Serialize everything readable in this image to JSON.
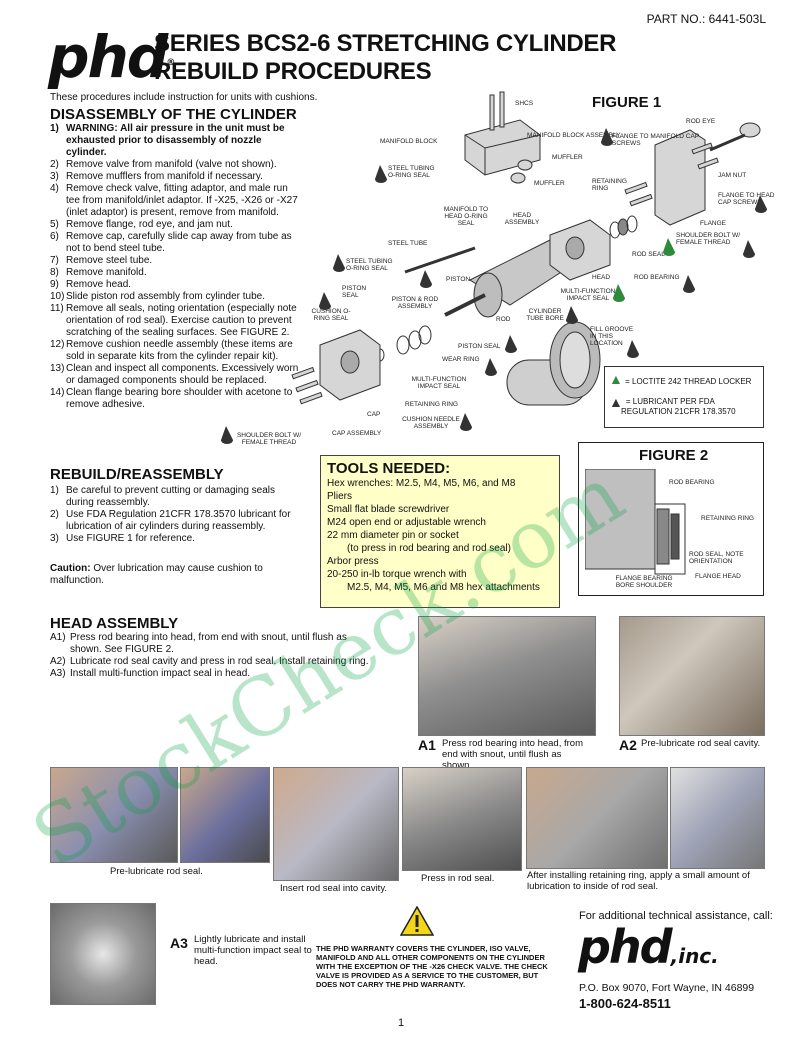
{
  "header": {
    "part_no": "PART NO.: 6441-503L",
    "logo_text": "phd",
    "logo_reg": "®",
    "title_line1": "SERIES BCS2-6 STRETCHING CYLINDER",
    "title_line2": "REBUILD PROCEDURES"
  },
  "intro": "These procedures include instruction for units with cushions.",
  "disassembly": {
    "heading": "DISASSEMBLY OF THE CYLINDER",
    "steps": [
      {
        "n": "1)",
        "text": "WARNING: All air pressure in the unit must be exhausted prior to disassembly of nozzle cylinder.",
        "bold": true
      },
      {
        "n": "2)",
        "text": "Remove valve from manifold (valve not shown)."
      },
      {
        "n": "3)",
        "text": "Remove mufflers from manifold if necessary."
      },
      {
        "n": "4)",
        "text": "Remove check valve, fitting adaptor, and male run tee from manifold/inlet adaptor. If -X25, -X26 or -X27 (inlet adaptor) is present, remove from manifold."
      },
      {
        "n": "5)",
        "text": "Remove flange, rod eye, and jam nut."
      },
      {
        "n": "6)",
        "text": "Remove cap, carefully slide cap away from tube as not to bend steel tube."
      },
      {
        "n": "7)",
        "text": "Remove steel tube."
      },
      {
        "n": "8)",
        "text": "Remove manifold."
      },
      {
        "n": "9)",
        "text": "Remove head."
      },
      {
        "n": "10)",
        "text": "Slide piston rod assembly from cylinder tube."
      },
      {
        "n": "11)",
        "text": "Remove all seals, noting orientation (especially note orientation of rod seal). Exercise caution to prevent scratching of the sealing surfaces. See FIGURE 2."
      },
      {
        "n": "12)",
        "text": "Remove cushion needle assembly (these items are sold in separate kits from the cylinder repair kit)."
      },
      {
        "n": "13)",
        "text": "Clean and inspect all components. Excessively worn or damaged components should be replaced."
      },
      {
        "n": "14)",
        "text": "Clean flange bearing bore shoulder with acetone to remove adhesive."
      }
    ]
  },
  "figure1": {
    "title": "FIGURE 1",
    "labels": {
      "shcs": "SHCS",
      "manifold_block": "MANIFOLD BLOCK",
      "manifold_block_assembly": "MANIFOLD BLOCK ASSEMBLY",
      "muffler1": "MUFFLER",
      "muffler2": "MUFFLER",
      "steel_tubing_oring_seal1": "STEEL TUBING O-RING SEAL",
      "manifold_to_head_oring": "MANIFOLD TO HEAD O-RING SEAL",
      "head_assembly": "HEAD ASSEMBLY",
      "retaining_ring": "RETAINING RING",
      "flange_to_manifold": "FLANGE TO MANIFOLD CAP SCREWS",
      "rod_eye": "ROD EYE",
      "jam_nut": "JAM NUT",
      "flange_to_head": "FLANGE TO HEAD CAP SCREWS",
      "flange": "FLANGE",
      "shoulder_bolt_female1": "SHOULDER BOLT W/ FEMALE THREAD",
      "rod_seal": "ROD SEAL",
      "rod_bearing": "ROD BEARING",
      "head": "HEAD",
      "steel_tube": "STEEL TUBE",
      "steel_tubing_oring_seal2": "STEEL TUBING O-RING SEAL",
      "piston": "PISTON",
      "piston_seal_top": "PISTON SEAL",
      "piston_rod_assembly": "PISTON & ROD ASSEMBLY",
      "rod": "ROD",
      "cylinder_tube_bore": "CYLINDER TUBE BORE",
      "multi_function_impact_seal_top": "MULTI-FUNCTION IMPACT SEAL",
      "fill_groove": "FILL GROOVE IN THIS LOCATION",
      "cushion_oring_seal": "CUSHION O-RING SEAL",
      "piston_seal": "PISTON SEAL",
      "wear_ring": "WEAR RING",
      "multi_function_impact_seal": "MULTI-FUNCTION IMPACT SEAL",
      "retaining_ring2": "RETAINING RING",
      "cushion_needle_assembly": "CUSHION NEEDLE ASSEMBLY",
      "cap": "CAP",
      "cap_assembly": "CAP ASSEMBLY",
      "shoulder_bolt_female2": "SHOULDER BOLT W/ FEMALE THREAD"
    },
    "legend": {
      "loctite": "= LOCTITE 242 THREAD LOCKER",
      "lubricant_line1": "= LUBRICANT PER FDA",
      "lubricant_line2": "REGULATION 21CFR 178.3570"
    }
  },
  "figure2": {
    "title": "FIGURE 2",
    "labels": {
      "rod_bearing": "ROD BEARING",
      "retaining_ring": "RETAINING RING",
      "rod_seal": "ROD SEAL, NOTE ORIENTATION",
      "flange_head": "FLANGE HEAD",
      "flange_bearing": "FLANGE BEARING BORE SHOULDER"
    }
  },
  "rebuild": {
    "heading": "REBUILD/REASSEMBLY",
    "steps": [
      {
        "n": "1)",
        "text": "Be careful to prevent cutting or damaging seals during reassembly."
      },
      {
        "n": "2)",
        "text": "Use FDA Regulation 21CFR 178.3570 lubricant for lubrication of air cylinders during reassembly."
      },
      {
        "n": "3)",
        "text": "Use FIGURE 1 for reference."
      }
    ],
    "caution_label": "Caution:",
    "caution_text": " Over lubrication may cause cushion to malfunction."
  },
  "tools": {
    "heading": "TOOLS NEEDED:",
    "lines": [
      "Hex wrenches: M2.5, M4, M5, M6, and M8",
      "Pliers",
      "Small flat blade screwdriver",
      "M24 open end or adjustable wrench",
      "22 mm diameter pin or socket",
      "      (to press in rod bearing and rod seal)",
      "Arbor press",
      "20-250 in-lb torque wrench with",
      "      M2.5, M4, M5, M6 and M8 hex attachments"
    ]
  },
  "head_assembly": {
    "heading": "HEAD ASSEMBLY",
    "steps": [
      {
        "n": "A1)",
        "text": "Press rod bearing into head, from end with snout, until flush as shown. See FIGURE 2."
      },
      {
        "n": "A2)",
        "text": "Lubricate rod seal cavity and press in rod seal. Install retaining ring."
      },
      {
        "n": "A3)",
        "text": "Install multi-function impact seal in head."
      }
    ]
  },
  "photos": {
    "a1_tag": "A1",
    "a1_caption": "Press rod bearing into head, from end with snout, until flush as shown.",
    "a2_tag": "A2",
    "a2_caption": "Pre-lubricate rod seal cavity.",
    "prelube_caption": "Pre-lubricate rod seal.",
    "insert_caption": "Insert rod seal into cavity.",
    "press_caption": "Press in rod seal.",
    "after_caption": "After installing retaining ring, apply a small amount of lubrication to inside of rod seal.",
    "a3_tag": "A3",
    "a3_caption": "Lightly lubricate and install multi-function impact seal to head."
  },
  "warranty": "THE PHD WARRANTY COVERS THE CYLINDER, ISO VALVE, MANIFOLD AND ALL OTHER COMPONENTS ON THE CYLINDER WITH THE EXCEPTION OF THE -X26 CHECK VALVE. THE CHECK VALVE IS PROVIDED AS A SERVICE TO THE CUSTOMER, BUT DOES NOT CARRY THE PHD WARRANTY.",
  "contact": {
    "assist": "For additional technical assistance, call:",
    "logo": "phd",
    "logo_inc": ",inc.",
    "address": "P.O. Box 9070, Fort Wayne, IN 46899",
    "phone": "1-800-624-8511"
  },
  "page_number": "1",
  "watermark": "StockCheck.com",
  "colors": {
    "accent_green": "#2e8b3c",
    "tools_bg": "#ffffc8",
    "dropper_dark": "#333333"
  }
}
